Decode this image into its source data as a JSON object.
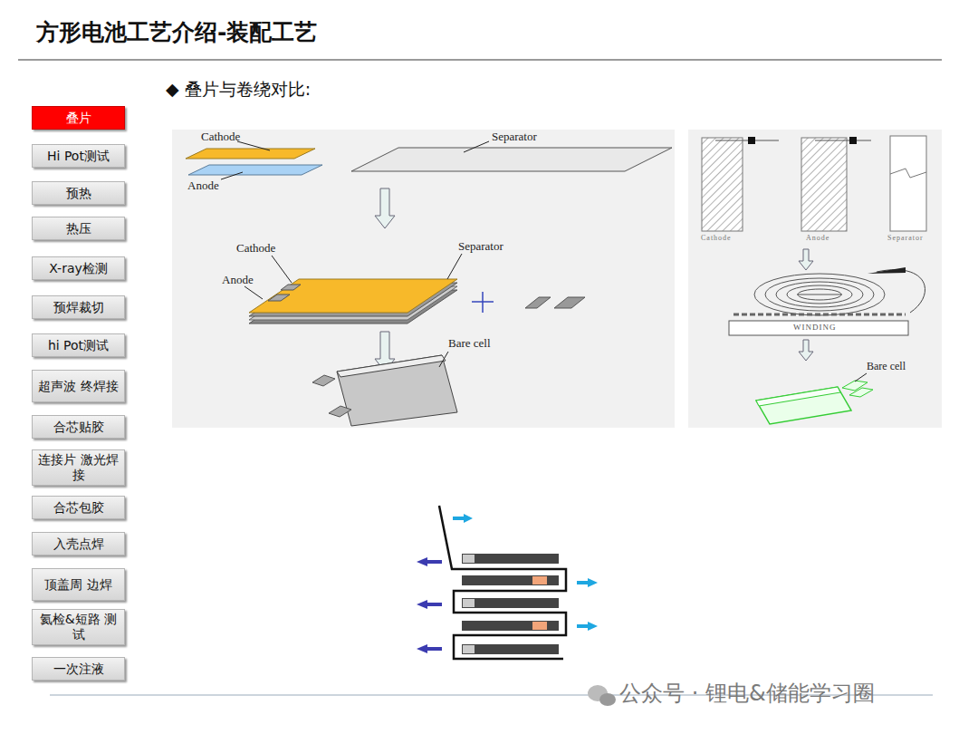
{
  "diagram": {
    "title": "方形电池工艺介绍-装配工艺",
    "nodes": [
      {
        "text": [
          "叠片"
        ]
      },
      {
        "text": [
          "Hi Pot测试"
        ]
      },
      {
        "text": [
          "预热"
        ]
      },
      {
        "text": [
          "热压"
        ]
      },
      {
        "text": [
          "X-ray检测"
        ]
      },
      {
        "text": [
          "预焊裁切"
        ]
      },
      {
        "text": [
          "hi Pot测试"
        ]
      },
      {
        "text": [
          "超声波 终焊接"
        ]
      },
      {
        "text": [
          "合芯贴胶"
        ]
      },
      {
        "text": [
          "连接片 激光焊接"
        ]
      },
      {
        "text": [
          "合芯包胶"
        ]
      },
      {
        "text": [
          "入壳点焊"
        ]
      },
      {
        "text": [
          "顶盖周 边焊"
        ]
      },
      {
        "text": [
          "氦检&短路 测试"
        ]
      },
      {
        "text": [
          "一次注液"
        ]
      }
    ],
    "labels": [
      "◆ 叠片与卷绕对比:",
      "Cathode",
      "Separator",
      "Anode",
      "Cathode",
      "Separator",
      "Anode",
      "Bare cell",
      "Cathode",
      "Anode",
      "Separator",
      "WINDING",
      "Bare cell",
      "公众号 · 锂电&储能学习圈"
    ]
  }
}
